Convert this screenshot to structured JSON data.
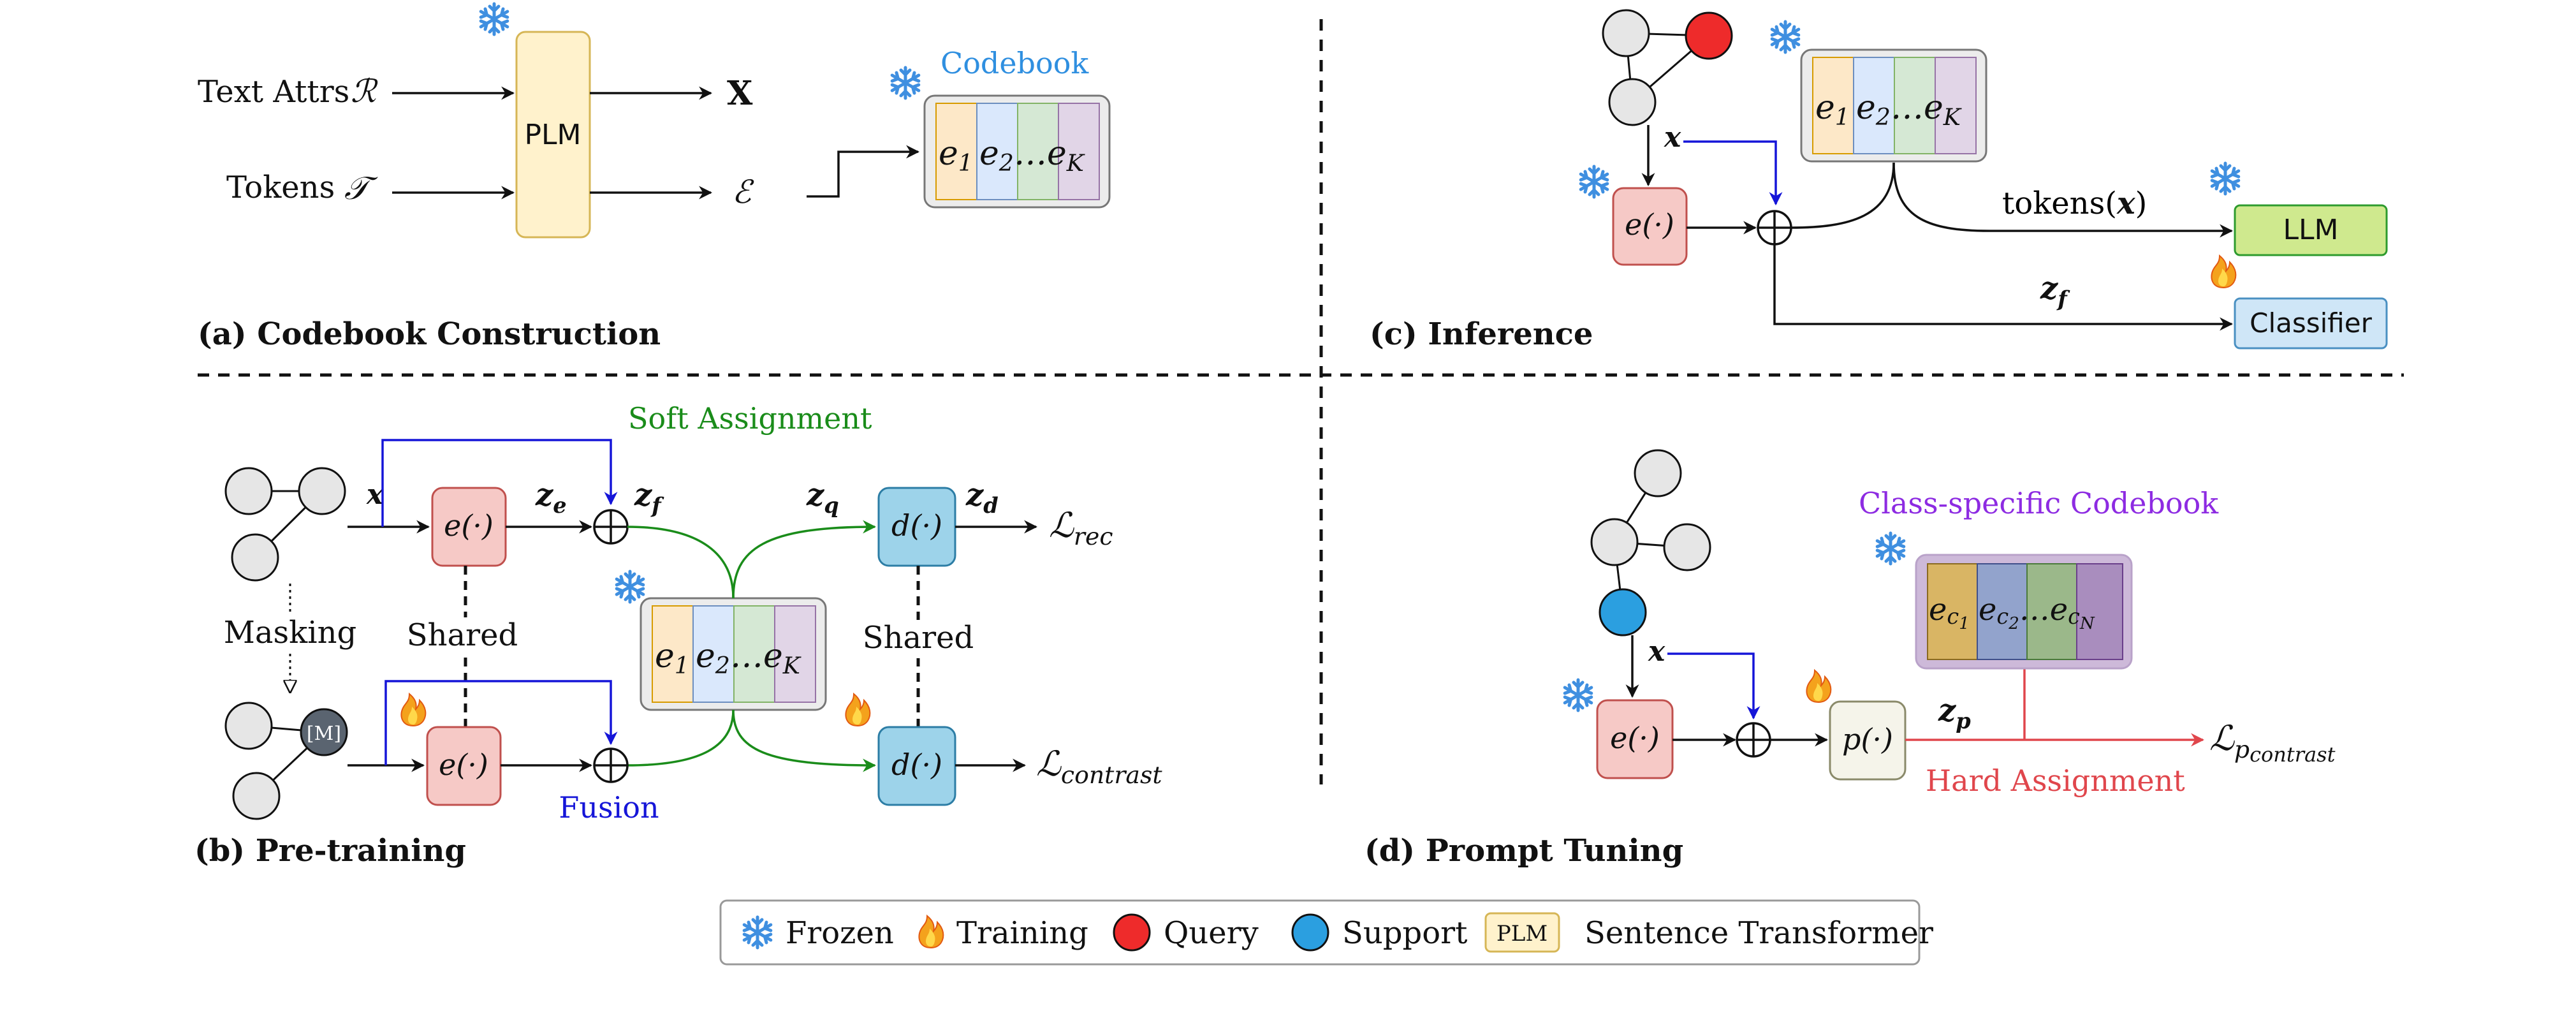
{
  "colors": {
    "black": "#111111",
    "blue": "#1515d8",
    "green": "#1a8c1a",
    "red": "#e0464c",
    "purple": "#8d2be2",
    "codebook_title": "#2f8fe0",
    "snowflake": "#3f8fe0",
    "encoder_fill": "#f6c9c6",
    "encoder_stroke": "#c0504d",
    "decoder_fill": "#9dd3ea",
    "decoder_stroke": "#2c7da5",
    "plm_fill": "#fff2cc",
    "plm_stroke": "#d6b656",
    "llm_fill": "#cfe98e",
    "llm_stroke": "#2e9b2e",
    "classifier_fill": "#cfe6f7",
    "classifier_stroke": "#4a90c2",
    "prompt_fill": "#f5f4ea",
    "prompt_stroke": "#8a8a6a",
    "code_cells": [
      "#fde8c8",
      "#dae8fc",
      "#d5e8d4",
      "#e1d5e7"
    ],
    "class_code_cells": [
      "#d9b564",
      "#92a3cc",
      "#9bb88a",
      "#a98dbe"
    ],
    "node_gray": "#e6e6e6",
    "node_query": "#ee2b2b",
    "node_support": "#2b9fe0",
    "node_mask": "#5a6470"
  },
  "icons": {
    "frozen": "snowflake-icon",
    "training": "flame-icon"
  },
  "panels": {
    "a": {
      "title": "(a) Codebook Construction",
      "text_attrs_label": "Text Attrs",
      "text_attrs_symbol": "ℛ",
      "tokens_label": "Tokens",
      "tokens_symbol": "𝒯",
      "plm": "PLM",
      "output_x": "X",
      "output_e": "ℰ",
      "codebook_title": "Codebook"
    },
    "b": {
      "title": "(b) Pre-training",
      "soft_assignment": "Soft Assignment",
      "masking": "Masking",
      "mask_token": "[M]",
      "shared_left": "Shared",
      "shared_right": "Shared",
      "fusion": "Fusion",
      "encoder": "e(·)",
      "decoder": "d(·)",
      "x": "x",
      "ze_base": "z",
      "ze_sub": "e",
      "zf_base": "z",
      "zf_sub": "f",
      "zq_base": "z",
      "zq_sub": "q",
      "zd_base": "z",
      "zd_sub": "d",
      "loss_rec_base": "ℒ",
      "loss_rec_sub": "rec",
      "loss_con_base": "ℒ",
      "loss_con_sub": "contrast"
    },
    "c": {
      "title": "(c) Inference",
      "x": "x",
      "encoder": "e(·)",
      "tokens_fn": "tokens(",
      "tokens_arg": "x",
      "tokens_close": ")",
      "llm": "LLM",
      "classifier": "Classifier",
      "zf_base": "z",
      "zf_sub": "f"
    },
    "d": {
      "title": "(d) Prompt Tuning",
      "class_codebook_title": "Class-specific Codebook",
      "x": "x",
      "encoder": "e(·)",
      "prompt": "p(·)",
      "zp_base": "z",
      "zp_sub": "p",
      "hard_assignment": "Hard Assignment",
      "loss_base": "ℒ",
      "loss_sub1": "p",
      "loss_sub2": "contrast",
      "class_code_sub": [
        "1",
        "2",
        "N"
      ]
    }
  },
  "codebook": {
    "symbol": "e",
    "subs": [
      "1",
      "2",
      "K"
    ],
    "ellipsis": "…"
  },
  "legend": {
    "frozen": "Frozen",
    "training": "Training",
    "query": "Query",
    "support": "Support",
    "plm_badge": "PLM",
    "plm_desc": "Sentence Transformer"
  }
}
